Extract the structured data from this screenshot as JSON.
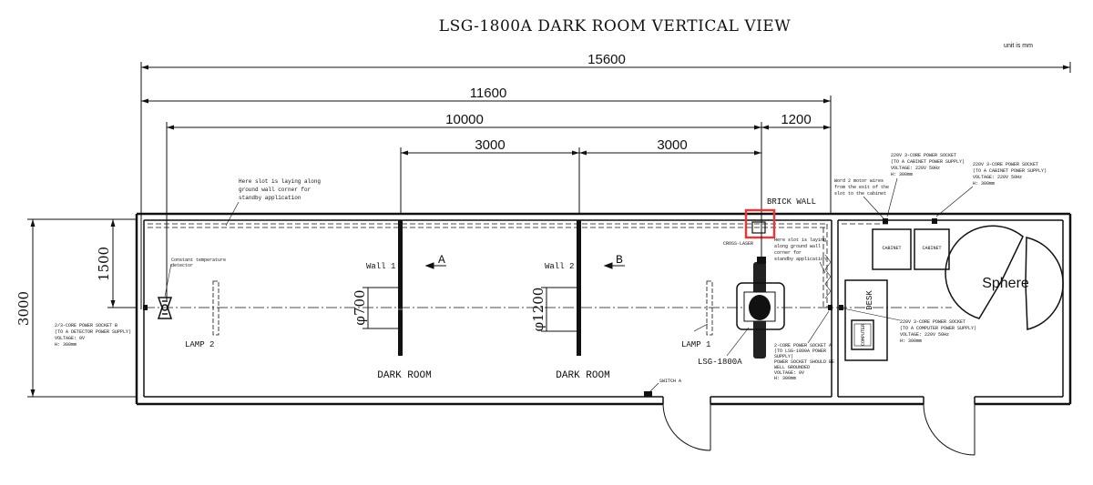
{
  "title": "LSG-1800A  DARK  ROOM  VERTICAL  VIEW",
  "unit_note": "unit is mm",
  "dimensions": {
    "total": "15600",
    "d11600": "11600",
    "d10000": "10000",
    "d1200": "1200",
    "d3000a": "3000",
    "d3000b": "3000",
    "height": "3000",
    "h1500": "1500",
    "phi700": "φ700",
    "phi1200": "φ1200"
  },
  "labels": {
    "slot_note": [
      "Here slot is laying along",
      "ground wall corner for",
      "standby application"
    ],
    "slot_note2": [
      "Here slot is laying",
      "along ground wall",
      "corner for",
      "standby application"
    ],
    "brick_wall": "BRICK WALL",
    "cross_laser": "CROSS-LASER",
    "wall1": "Wall 1",
    "wall2": "Wall 2",
    "marker_a": "A",
    "marker_b": "B",
    "lamp2": "LAMP 2",
    "lamp1": "LAMP 1",
    "dark_room_1": "DARK ROOM",
    "dark_room_2": "DARK ROOM",
    "goniometer": "LSG-1800A",
    "switch_a": "SWITCH A",
    "const_temp": [
      "Constant temperature",
      "detector"
    ],
    "socket_b": [
      "2/3-CORE  POWER SOCKET B",
      "(TO A DETECTOR POWER SUPPLY)",
      "VOLTAGE: 0V",
      "H: 300mm"
    ],
    "socket_a": [
      "2-CORE POWER SOCKET A",
      "(TO LSG-1800A POWER",
      "SUPPLY)",
      "POWER SOCKET SHOULD BE",
      "WELL GROUNDED",
      "VOLTAGE: 0V",
      "H: 300mm"
    ],
    "motor_wires": [
      "Word 2 motor wires",
      "from the exit of the",
      "slot to the cabinet"
    ],
    "cabinet_socket_1": [
      "220V 3-CORE POWER SOCKET",
      "(TO A CABINET POWER SUPPLY)",
      "VOLTAGE: 220V  50Hz",
      "H: 300mm"
    ],
    "cabinet_socket_2": [
      "220V 3-CORE POWER SOCKET",
      "(TO A CABINET POWER SUPPLY)",
      "VOLTAGE: 220V  50Hz",
      "H: 300mm"
    ],
    "computer_socket": [
      "220V 3-CORE POWER SOCKET",
      "(TO A COMPUTER POWER SUPPLY)",
      "VOLTAGE: 220V  50Hz",
      "H: 300mm"
    ],
    "cabinet1": "CABINET",
    "cabinet2": "CABINET",
    "desk": "DESK",
    "computer": "COMPUTER",
    "sphere": "Sphere"
  },
  "colors": {
    "line": "#111111",
    "highlight": "#e03a3a"
  }
}
